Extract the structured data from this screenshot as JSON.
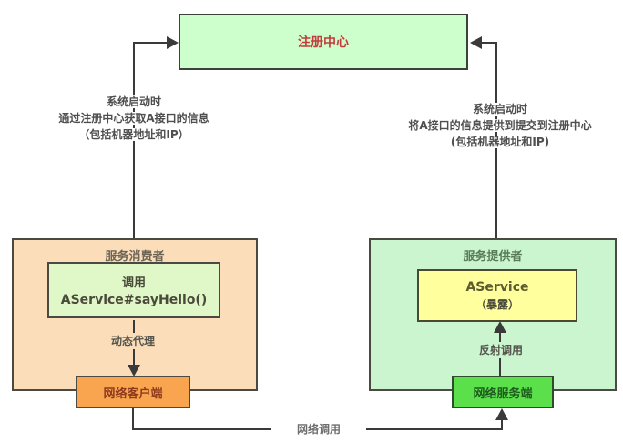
{
  "registry": {
    "label": "注册中心"
  },
  "notes": {
    "left": {
      "lines": [
        "系统启动时",
        "通过注册中心获取A接口的信息",
        "（包括机器地址和IP）"
      ]
    },
    "right": {
      "lines": [
        "系统启动时",
        "将A接口的信息提供到提交到注册中心",
        "(包括机器地址和IP)"
      ]
    }
  },
  "consumer": {
    "title": "服务消费者",
    "call_box": {
      "lines": [
        "调用",
        "AService#sayHello()"
      ]
    },
    "arrow_label": "动态代理",
    "client_label": "网络客户端"
  },
  "provider": {
    "title": "服务提供者",
    "service_box": {
      "lines": [
        "AService",
        "（暴露）"
      ]
    },
    "arrow_label": "反射调用",
    "server_label": "网络服务端"
  },
  "network_call_label": "网络调用",
  "colors": {
    "registry_fill": "#ccffcc",
    "registry_text": "#c43c3c",
    "consumer_fill": "#fbddb9",
    "call_box_fill": "#e0f8c8",
    "client_fill": "#f9a550",
    "client_text": "#8f3a1c",
    "provider_fill": "#caf5cf",
    "service_fill": "#ffff9e",
    "server_fill": "#5bdf4b",
    "server_text": "#1c5c1c",
    "line": "#3a3a3a"
  }
}
